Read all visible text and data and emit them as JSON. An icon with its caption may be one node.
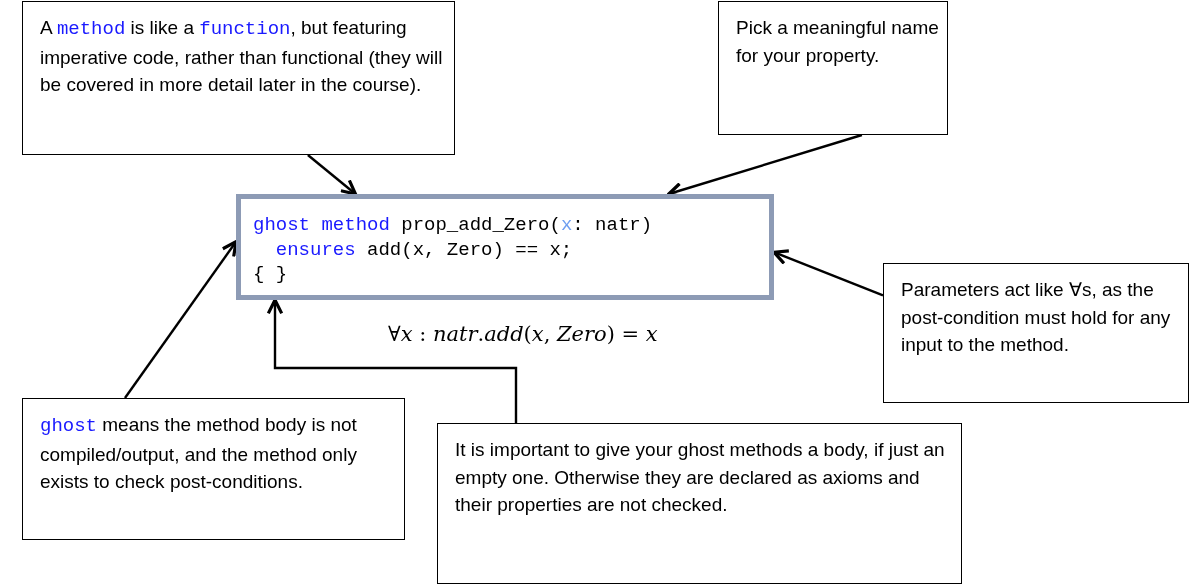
{
  "diagram": {
    "nodes": [
      {
        "text": [
          "A *method* is like a *function*, but featuring imperative code, rather than functional (they will be covered in more detail later in the course)."
        ]
      },
      {
        "text": [
          "Pick a meaningful name for your property."
        ]
      },
      {
        "text": [
          "*ghost* *method* prop_add_Zero(**x**: natr)",
          "*ensures* add(x, Zero) == x;",
          "{ }"
        ]
      },
      {
        "text": [
          "Parameters act like ∀s, as the post-condition must hold for any input to the method."
        ]
      },
      {
        "text": [
          "*ghost* means the method body is not compiled/output, and the method only exists to check post-conditions."
        ]
      },
      {
        "text": [
          "It is important to give your ghost methods a body, if just an empty one. Otherwise they are declared as axioms and their properties are not checked."
        ]
      }
    ],
    "edges": [
      {
        "from": 0,
        "to": 2,
        "arrow": "to"
      },
      {
        "from": 1,
        "to": 2,
        "arrow": "to"
      },
      {
        "from": 3,
        "to": 2,
        "arrow": "to"
      },
      {
        "from": 4,
        "to": 2,
        "arrow": "to"
      },
      {
        "from": 5,
        "to": 2,
        "arrow": "to"
      }
    ],
    "labels": [
      "∀*x* : *natr*.*add*(*x*, *Zero*) = *x*"
    ]
  }
}
